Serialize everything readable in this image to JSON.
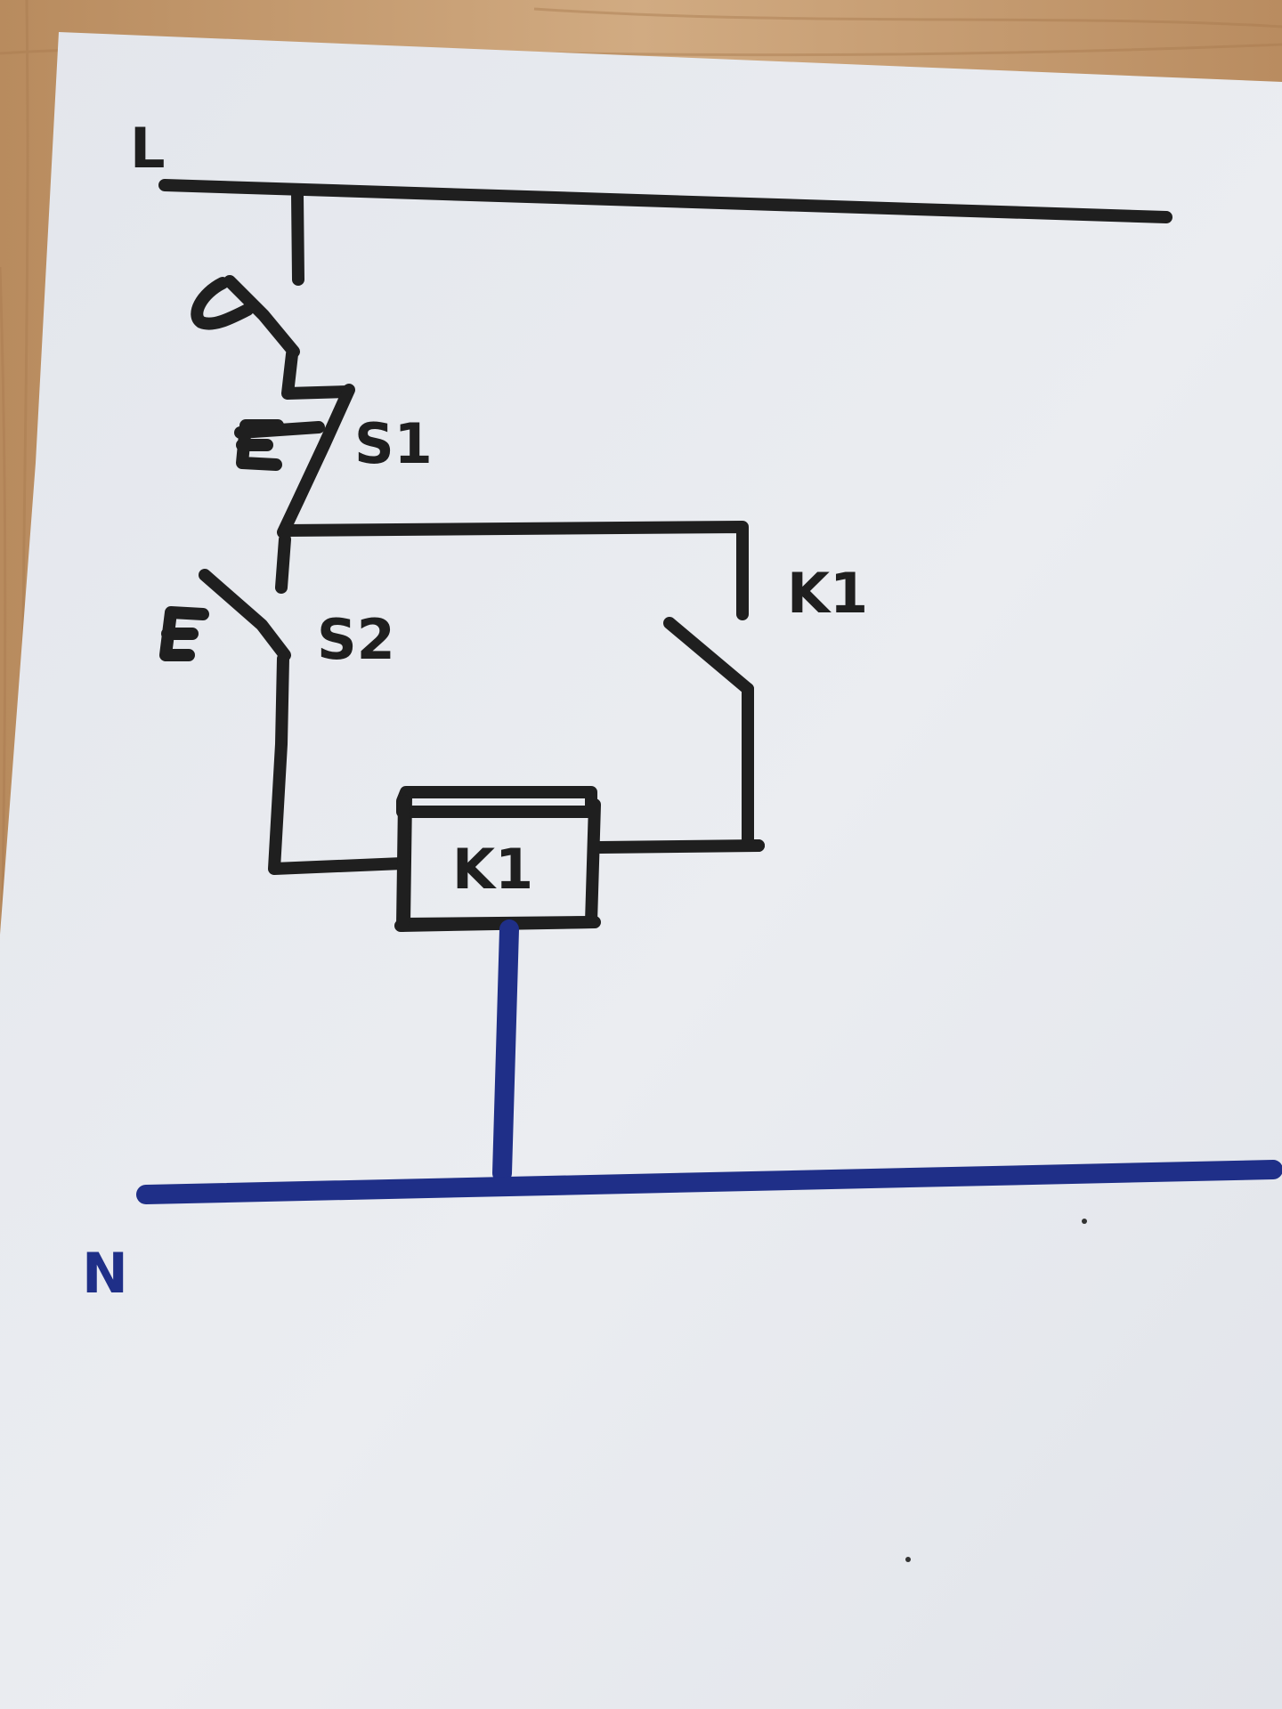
{
  "diagram": {
    "ink_colors": {
      "black": "#1f1f1f",
      "blue": "#1f2f88"
    },
    "labels": {
      "line_rail": "L",
      "neutral_rail": "N",
      "switch_s1": "S1",
      "switch_s2": "S2",
      "contact_k1": "K1",
      "coil_k1": "K1"
    }
  }
}
